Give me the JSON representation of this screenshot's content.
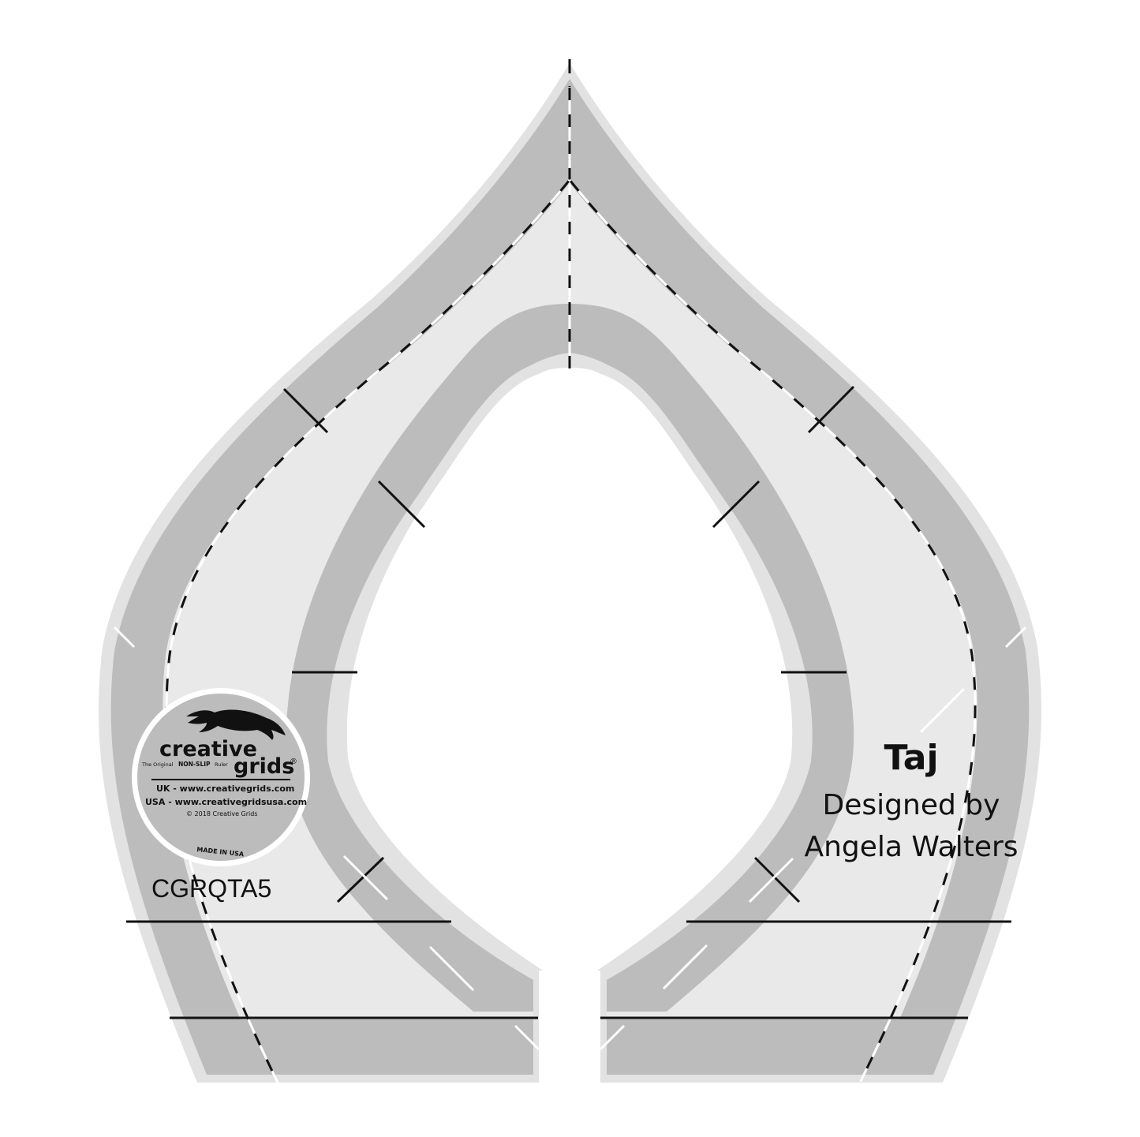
{
  "product": {
    "name": "Taj",
    "designer_line1": "Designed by",
    "designer_line2": "Angela Walters",
    "code": "CGRQTA5"
  },
  "logo": {
    "brand_line1": "creative",
    "brand_line2": "grids",
    "registered_mark": "®",
    "tagline_pre": "The Original",
    "tagline_bold": "NON-SLIP",
    "tagline_post": "Ruler",
    "uk_url": "UK - www.creativegrids.com",
    "usa_url": "USA - www.creativegridsusa.com",
    "copyright": "© 2018 Creative Grids",
    "origin": "MADE IN USA",
    "icon": "fox-icon"
  },
  "colors": {
    "band": "#bcbcbc",
    "inner_fill": "#e9e9e9",
    "edge": "#dcdcdc",
    "line": "#111111",
    "background": "#ffffff"
  }
}
